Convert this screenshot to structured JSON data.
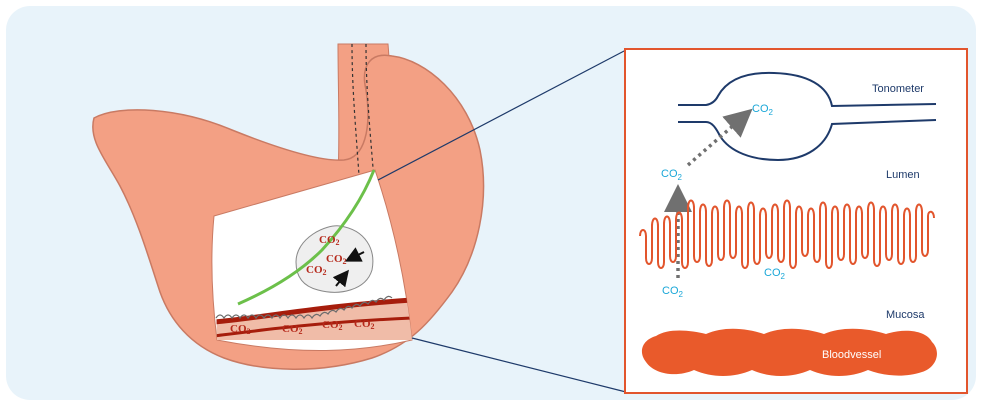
{
  "colors": {
    "panel_bg": "#e8f3fa",
    "stomach": "#f3a084",
    "stomach_edge": "#c97a63",
    "inset_border": "#e2552d",
    "blood": "#e2552d",
    "villi": "#e2552d",
    "tonometer": "#1e3a6a",
    "co2_text": "#1aa7d8",
    "co2_stomach": "#b5281a",
    "catheter": "#6cc04a",
    "arrow": "#707070",
    "connector": "#1e3a6a"
  },
  "inset": {
    "tonometer_label": "Tonometer",
    "lumen_label": "Lumen",
    "mucosa_label": "Mucosa",
    "bloodvessel_label": "Bloodvessel",
    "co2": {
      "base": "CO",
      "sub": "2"
    }
  },
  "stomach": {
    "co2": {
      "base": "CO",
      "sub": "2"
    }
  }
}
